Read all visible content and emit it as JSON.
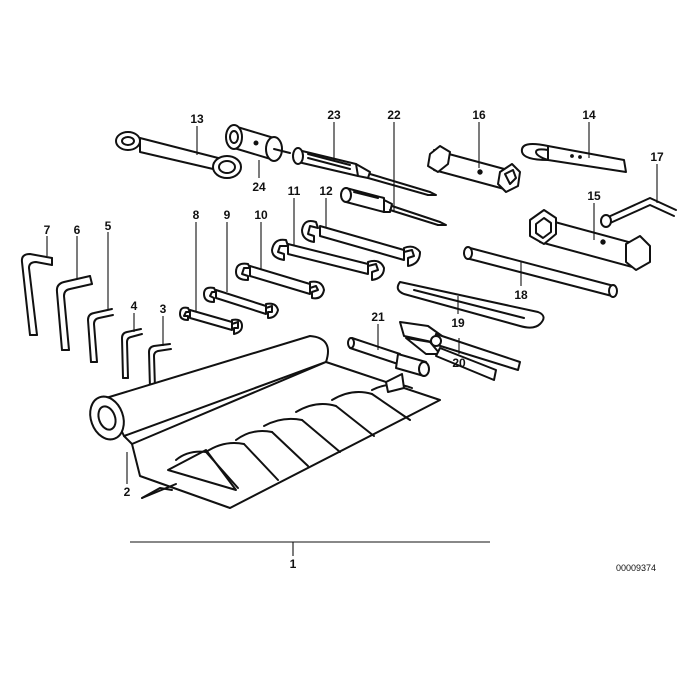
{
  "diagram": {
    "reference_code": "00009374",
    "callouts": {
      "c1": "1",
      "c2": "2",
      "c3": "3",
      "c4": "4",
      "c5": "5",
      "c6": "6",
      "c7": "7",
      "c8": "8",
      "c9": "9",
      "c10": "10",
      "c11": "11",
      "c12": "12",
      "c13": "13",
      "c14": "14",
      "c15": "15",
      "c16": "16",
      "c17": "17",
      "c18": "18",
      "c19": "19",
      "c20": "20",
      "c21": "21",
      "c22": "22",
      "c23": "23",
      "c24": "24"
    }
  }
}
